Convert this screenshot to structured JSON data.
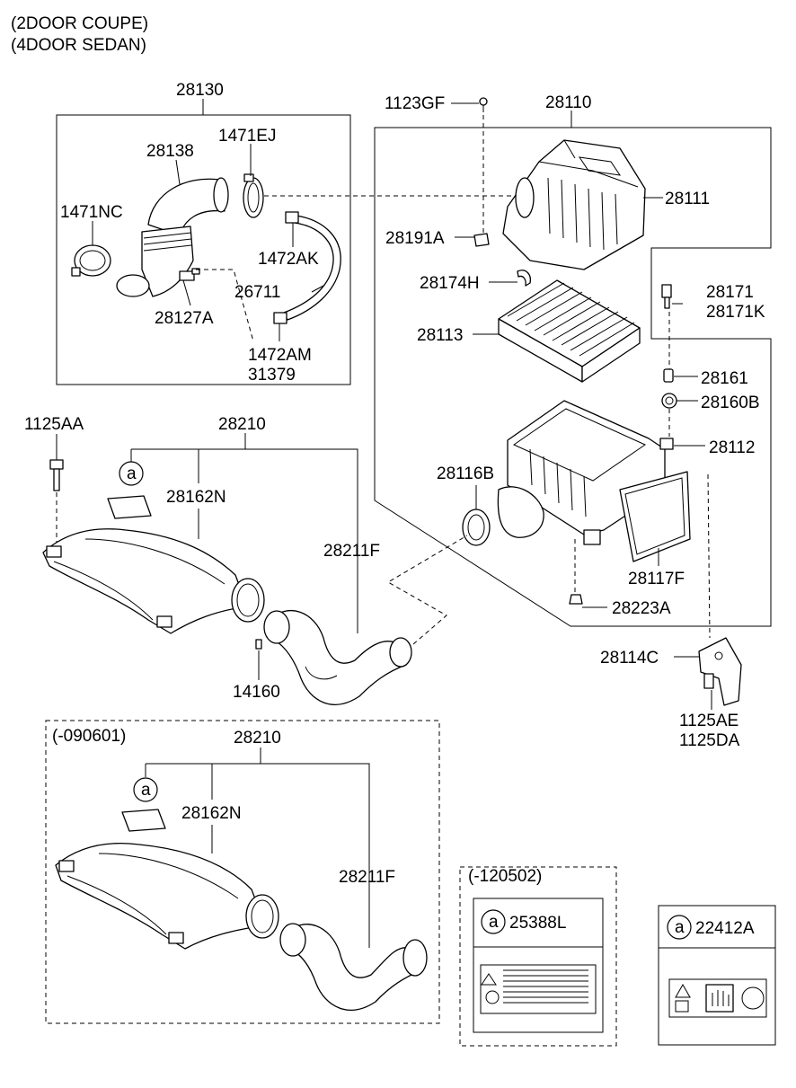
{
  "header": {
    "line1": "(2DOOR COUPE)",
    "line2": "(4DOOR SEDAN)"
  },
  "labels": {
    "p28130": "28130",
    "p1471EJ": "1471EJ",
    "p28138": "28138",
    "p1471NC": "1471NC",
    "p1472AK": "1472AK",
    "p26711": "26711",
    "p28127A": "28127A",
    "p1472AM": "1472AM",
    "p31379": "31379",
    "p1123GF": "1123GF",
    "p28110": "28110",
    "p28111": "28111",
    "p28191A": "28191A",
    "p28174H": "28174H",
    "p28113": "28113",
    "p28171": "28171",
    "p28171K": "28171K",
    "p28161": "28161",
    "p28160B": "28160B",
    "p28112": "28112",
    "p28116B": "28116B",
    "p28117F": "28117F",
    "p28223A": "28223A",
    "p1125AA": "1125AA",
    "p28210": "28210",
    "p28162N": "28162N",
    "p28211F": "28211F",
    "p14160": "14160",
    "p28114C": "28114C",
    "p1125AE": "1125AE",
    "p1125DA": "1125DA"
  },
  "callout_letter": "a",
  "variant_a": {
    "range": "(-090601)",
    "p28210": "28210",
    "p28162N": "28162N",
    "p28211F": "28211F"
  },
  "variant_b": {
    "range": "(-120502)",
    "p25388L": "25388L"
  },
  "label_22412A": "22412A"
}
